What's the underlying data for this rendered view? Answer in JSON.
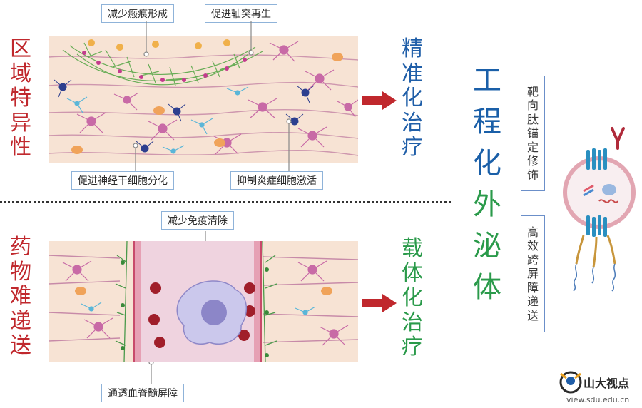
{
  "section_top": {
    "side_label": [
      "区",
      "域",
      "特",
      "异",
      "性"
    ],
    "callouts": {
      "reduce_scar": "减少瘢痕形成",
      "promote_axon": "促进轴突再生",
      "promote_neural_diff": "促进神经干细胞分化",
      "inhibit_inflammation": "抑制炎症细胞激活"
    },
    "result_label": [
      "精",
      "准",
      "化",
      "治",
      "疗"
    ]
  },
  "section_bottom": {
    "side_label": [
      "药",
      "物",
      "难",
      "递",
      "送"
    ],
    "callouts": {
      "reduce_immune": "减少免疫清除",
      "cross_bscb": "通透血脊髓屏障"
    },
    "result_label": [
      "载",
      "体",
      "化",
      "治",
      "疗"
    ]
  },
  "center_title": [
    "工",
    "程",
    "化",
    "外",
    "泌",
    "体"
  ],
  "boxes": {
    "targeting": [
      "靶",
      "向",
      "肽",
      "锚",
      "定",
      "修",
      "饰"
    ],
    "barrier": [
      "高",
      "效",
      "跨",
      "屏",
      "障",
      "递",
      "送"
    ]
  },
  "logo": {
    "name": "山大视点",
    "url": "view.sdu.edu.cn"
  },
  "colors": {
    "red_label": "#c0282d",
    "blue_label": "#1f5ea8",
    "green_label": "#2a9a4a",
    "arrow": "#c0282d",
    "center_blue": "#1a5fa8",
    "center_green": "#2a9a4a"
  }
}
